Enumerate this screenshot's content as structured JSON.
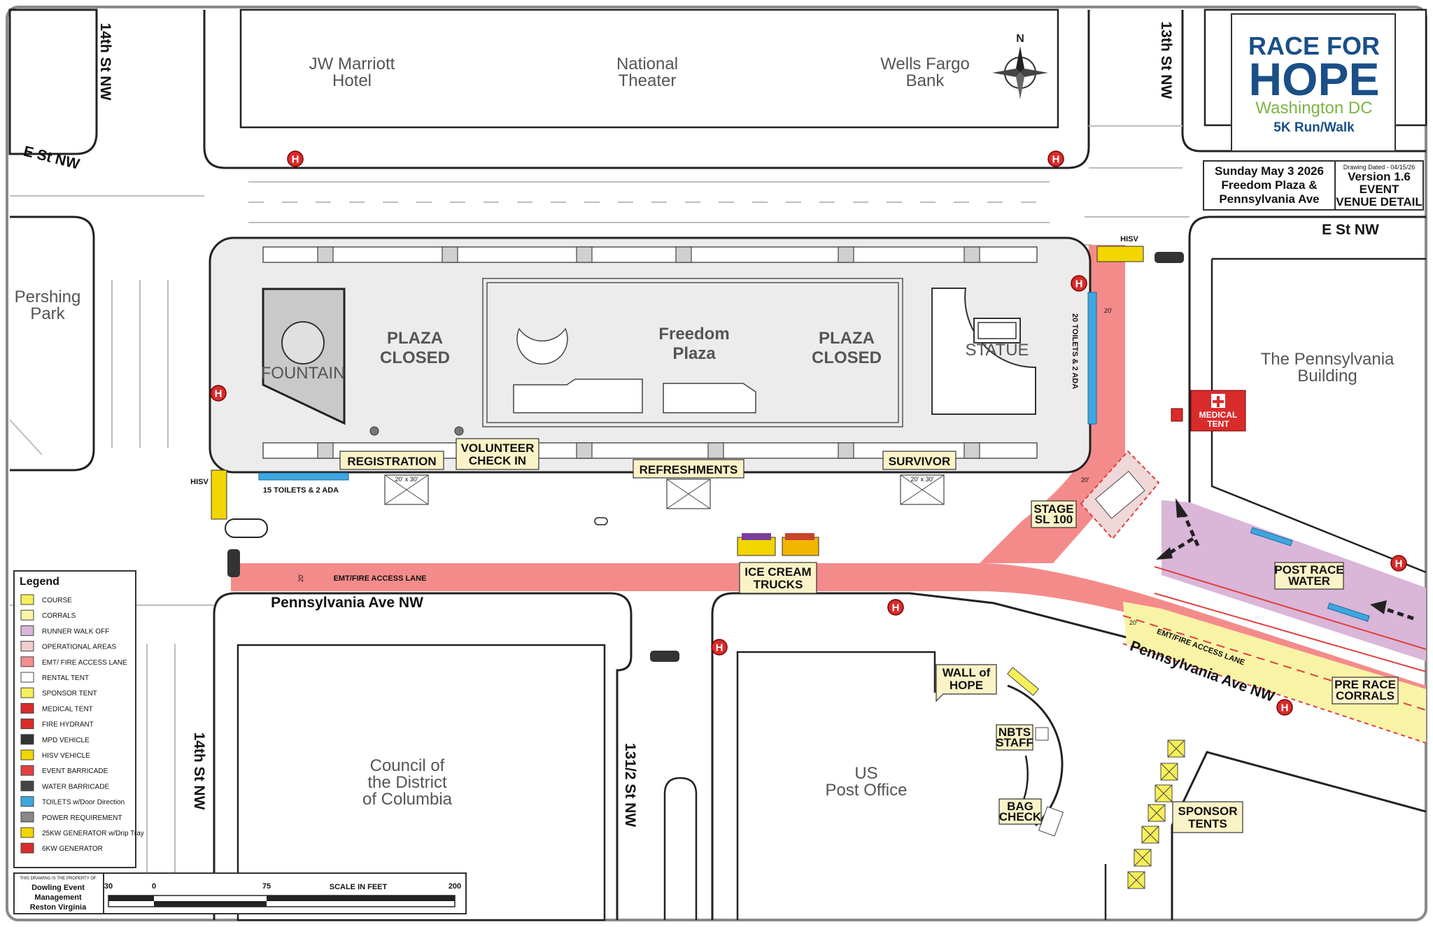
{
  "logo": {
    "line1": "RACE FOR",
    "line2": "HOPE",
    "line3": "Washington DC",
    "line4": "5K Run/Walk",
    "color_primary": "#1a4f87",
    "color_secondary": "#7bb344"
  },
  "info": {
    "date": "Sunday May 3 2026",
    "venue_line1": "Freedom Plaza &",
    "venue_line2": "Pennsylvania Ave",
    "drawing_dated": "Drawing Dated - 04/15/26",
    "version": "Version 1.6",
    "title_line1": "EVENT",
    "title_line2": "VENUE DETAIL"
  },
  "buildings": {
    "jw_1": "JW Marriott",
    "jw_2": "Hotel",
    "nt_1": "National",
    "nt_2": "Theater",
    "wf_1": "Wells Fargo",
    "wf_2": "Bank",
    "pp_1": "Pershing",
    "pp_2": "Park",
    "pb_1": "The Pennsylvania",
    "pb_2": "Building",
    "cd_1": "Council of",
    "cd_2": "the District",
    "cd_3": "of Columbia",
    "po_1": "US",
    "po_2": "Post Office"
  },
  "streets": {
    "e_st_left": "E St NW",
    "e_st_right": "E St NW",
    "st14_top": "14th St NW",
    "st14_bottom": "14th St NW",
    "st13": "13th St NW",
    "st13_5": "131/2 St NW",
    "penn_left": "Pennsylvania Ave NW",
    "penn_right": "Pennsylvania Ave NW"
  },
  "plaza": {
    "closed_left_1": "PLAZA",
    "closed_left_2": "CLOSED",
    "name_1": "Freedom",
    "name_2": "Plaza",
    "closed_right_1": "PLAZA",
    "closed_right_2": "CLOSED",
    "fountain": "FOUNTAIN",
    "statue": "STATUE"
  },
  "labels": {
    "registration": "REGISTRATION",
    "volunteer_1": "VOLUNTEER",
    "volunteer_2": "CHECK IN",
    "refreshments": "REFRESHMENTS",
    "survivor": "SURVIVOR",
    "ice_cream_1": "ICE CREAM",
    "ice_cream_2": "TRUCKS",
    "stage_1": "STAGE",
    "stage_2": "SL 100",
    "medical_1": "MEDICAL",
    "medical_2": "TENT",
    "post_race_1": "POST RACE",
    "post_race_2": "WATER",
    "pre_race_1": "PRE RACE",
    "pre_race_2": "CORRALS",
    "wall_1": "WALL of",
    "wall_2": "HOPE",
    "nbts_1": "NBTS",
    "nbts_2": "STAFF",
    "bag_1": "BAG",
    "bag_2": "CHECK",
    "sponsor_1": "SPONSOR",
    "sponsor_2": "TENTS",
    "emt_lane_1": "EMT/FIRE ACCESS LANE",
    "emt_lane_2": "EMT/FIRE ACCESS LANE",
    "toilets_15": "15 TOILETS & 2 ADA",
    "toilets_20": "20 TOILETS & 2 ADA",
    "hisv_1": "HISV",
    "hisv_2": "HISV",
    "tent_size_1": "20' x 30'",
    "tent_size_2": "20' x 30'",
    "width_20_a": "20'",
    "width_20_b": "20'",
    "width_20_c": "20'",
    "width_20_d": "20'"
  },
  "legend": {
    "title": "Legend",
    "items": [
      {
        "label": "COURSE",
        "color": "#f7ef5a"
      },
      {
        "label": "CORRALS",
        "color": "#f9f3a6"
      },
      {
        "label": "RUNNER WALK OFF",
        "color": "#dab6d9"
      },
      {
        "label": "OPERATIONAL AREAS",
        "color": "#f2cccc"
      },
      {
        "label": "EMT/ FIRE ACCESS LANE",
        "color": "#f28f8f"
      },
      {
        "label": "RENTAL TENT",
        "color": "#ffffff"
      },
      {
        "label": "SPONSOR TENT",
        "color": "#f7ef5a"
      },
      {
        "label": "MEDICAL TENT",
        "color": "#d92b2b"
      },
      {
        "label": "FIRE HYDRANT",
        "color": "#d92b2b"
      },
      {
        "label": "MPD VEHICLE",
        "color": "#333333"
      },
      {
        "label": "HISV VEHICLE",
        "color": "#f2d600"
      },
      {
        "label": "EVENT BARRICADE",
        "color": "#e04040"
      },
      {
        "label": "WATER BARRICADE",
        "color": "#444444"
      },
      {
        "label": "TOILETS w/Door Direction",
        "color": "#3fa6e0"
      },
      {
        "label": "POWER REQUIREMENT",
        "color": "#888888"
      },
      {
        "label": "25KW GENERATOR w/Drip Tray",
        "color": "#f2d600"
      },
      {
        "label": "6KW GENERATOR",
        "color": "#d92b2b"
      }
    ]
  },
  "credit": {
    "line0": "THIS DRAWING IS THE PROPERTY OF",
    "line1": "Dowling Event",
    "line2": "Management",
    "line3": "Reston Virginia"
  },
  "scale": {
    "title": "SCALE IN FEET",
    "ticks": [
      "30",
      "0",
      "75",
      "200"
    ]
  },
  "colors": {
    "emt": "#f48b8b",
    "corral": "#f9f3a6",
    "course": "#f7ef5a",
    "walkoff": "#dab6d9",
    "medical": "#d92b2b",
    "toilet": "#3fa6e0"
  }
}
